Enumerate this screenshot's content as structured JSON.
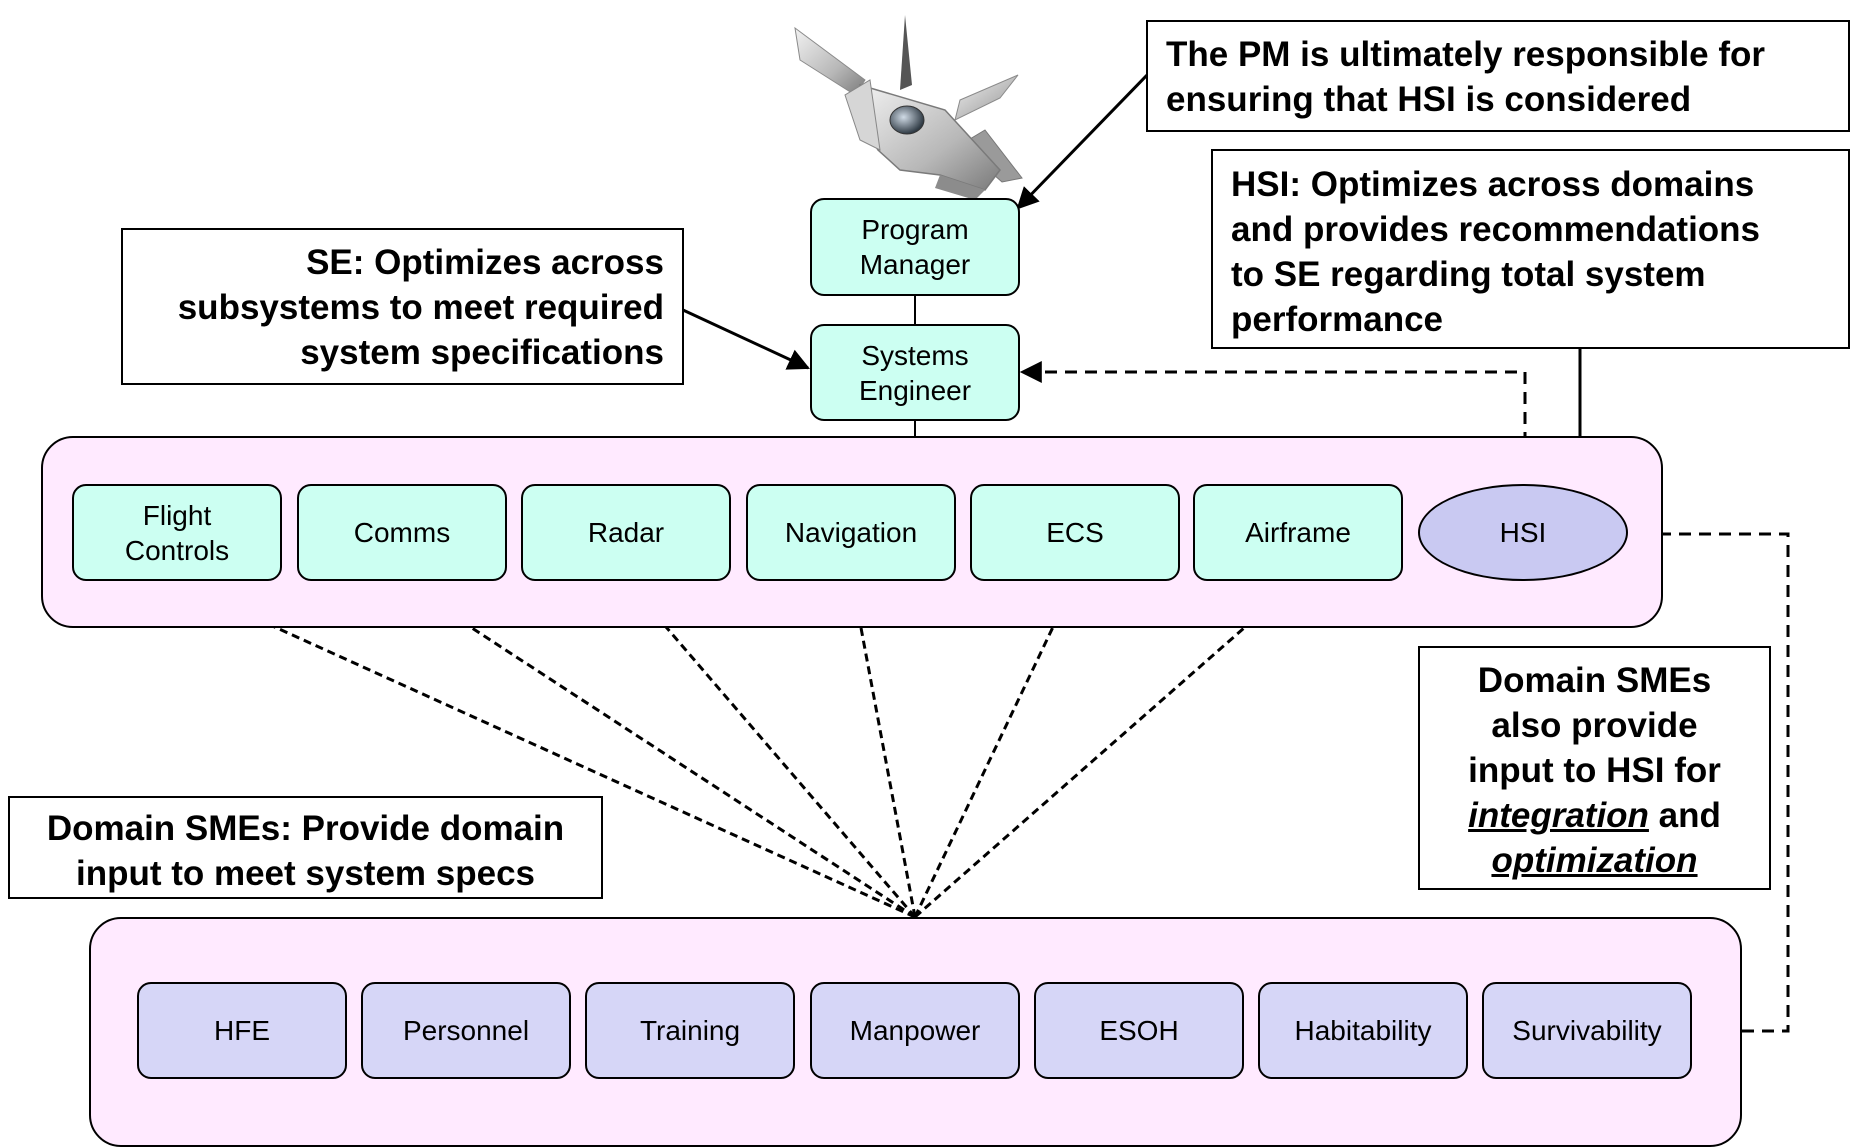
{
  "notes": {
    "pm": [
      "The PM is ultimately responsible for",
      "ensuring that HSI is considered"
    ],
    "hsi": [
      "HSI: Optimizes across domains",
      "and provides recommendations",
      "to SE regarding total system",
      "performance"
    ],
    "se": [
      "SE: Optimizes across",
      "subsystems to meet required",
      "system specifications"
    ],
    "domain_smes": [
      "Domain SMEs: Provide domain",
      "input to meet system specs"
    ],
    "also_provide": {
      "lines": [
        "Domain SMEs",
        "also provide",
        "input to HSI for"
      ],
      "integration": "integration",
      "and": " and",
      "optimization": "optimization"
    }
  },
  "nodes": {
    "program_manager": [
      "Program",
      "Manager"
    ],
    "systems_engineer": [
      "Systems",
      "Engineer"
    ],
    "hsi": "HSI"
  },
  "subsystems": [
    [
      "Flight",
      "Controls"
    ],
    [
      "Comms"
    ],
    [
      "Radar"
    ],
    [
      "Navigation"
    ],
    [
      "ECS"
    ],
    [
      "Airframe"
    ]
  ],
  "domains": [
    "HFE",
    "Personnel",
    "Training",
    "Manpower",
    "ESOH",
    "Habitability",
    "Survivability"
  ],
  "colors": {
    "group_fill": "#ffeaff",
    "subsystem_fill": "#ccfff2",
    "domain_fill": "#d6d6f7",
    "hsi_fill": "#c9c9f2"
  },
  "icons": {
    "aircraft": "jet-fighter-icon"
  }
}
